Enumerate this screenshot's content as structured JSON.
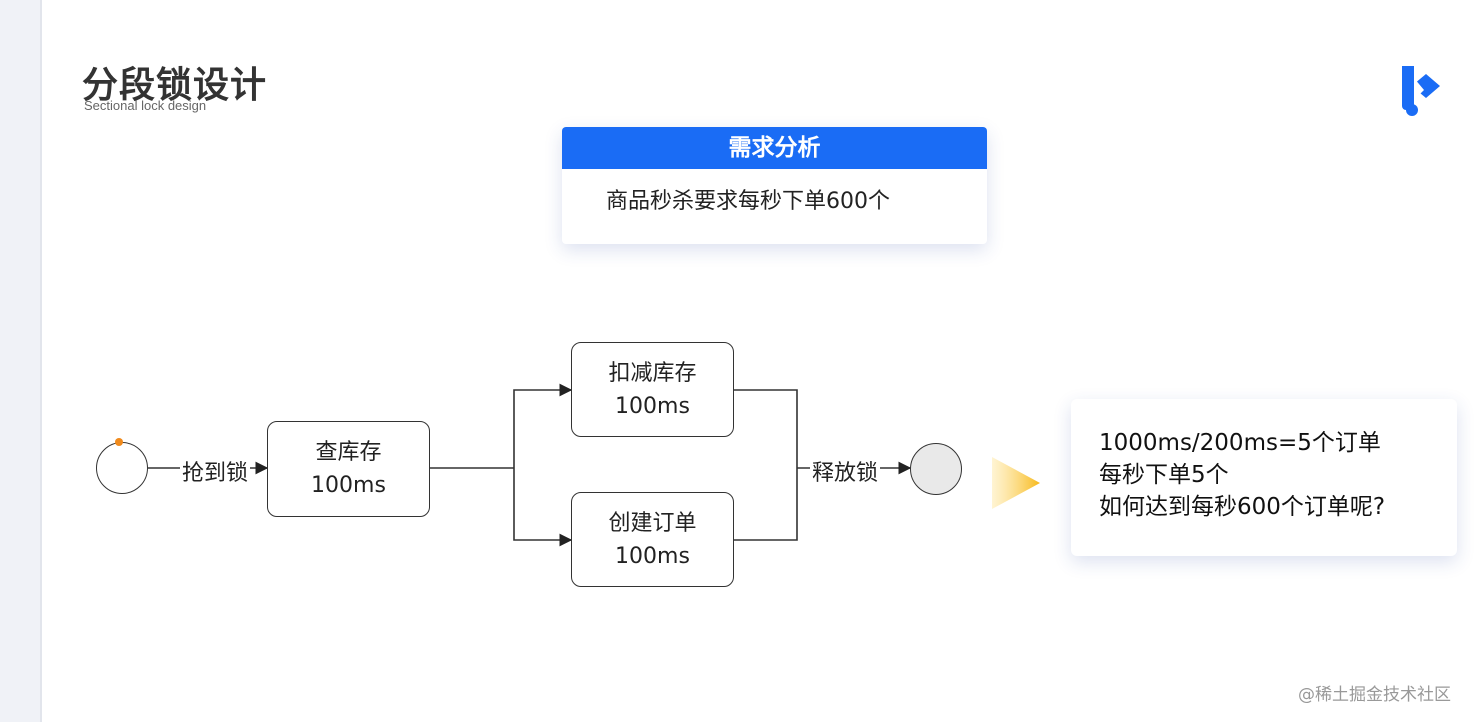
{
  "slide": {
    "title": "分段锁设计",
    "subtitle": "Sectional lock design",
    "logo_icon": "juejin-k-logo",
    "brand_color": "#1a6cf5"
  },
  "requirement": {
    "header": "需求分析",
    "text": "商品秒杀要求每秒下单600个"
  },
  "flow": {
    "start_label": "抢到锁",
    "check_stock": {
      "line1": "查库存",
      "line2": "100ms"
    },
    "deduct_stock": {
      "line1": "扣减库存",
      "line2": "100ms"
    },
    "create_order": {
      "line1": "创建订单",
      "line2": "100ms"
    },
    "release_label": "释放锁"
  },
  "result": {
    "lines": [
      "1000ms/200ms=5个订单",
      "每秒下单5个",
      "如何达到每秒600个订单呢?"
    ]
  },
  "watermark": "@稀土掘金技术社区"
}
